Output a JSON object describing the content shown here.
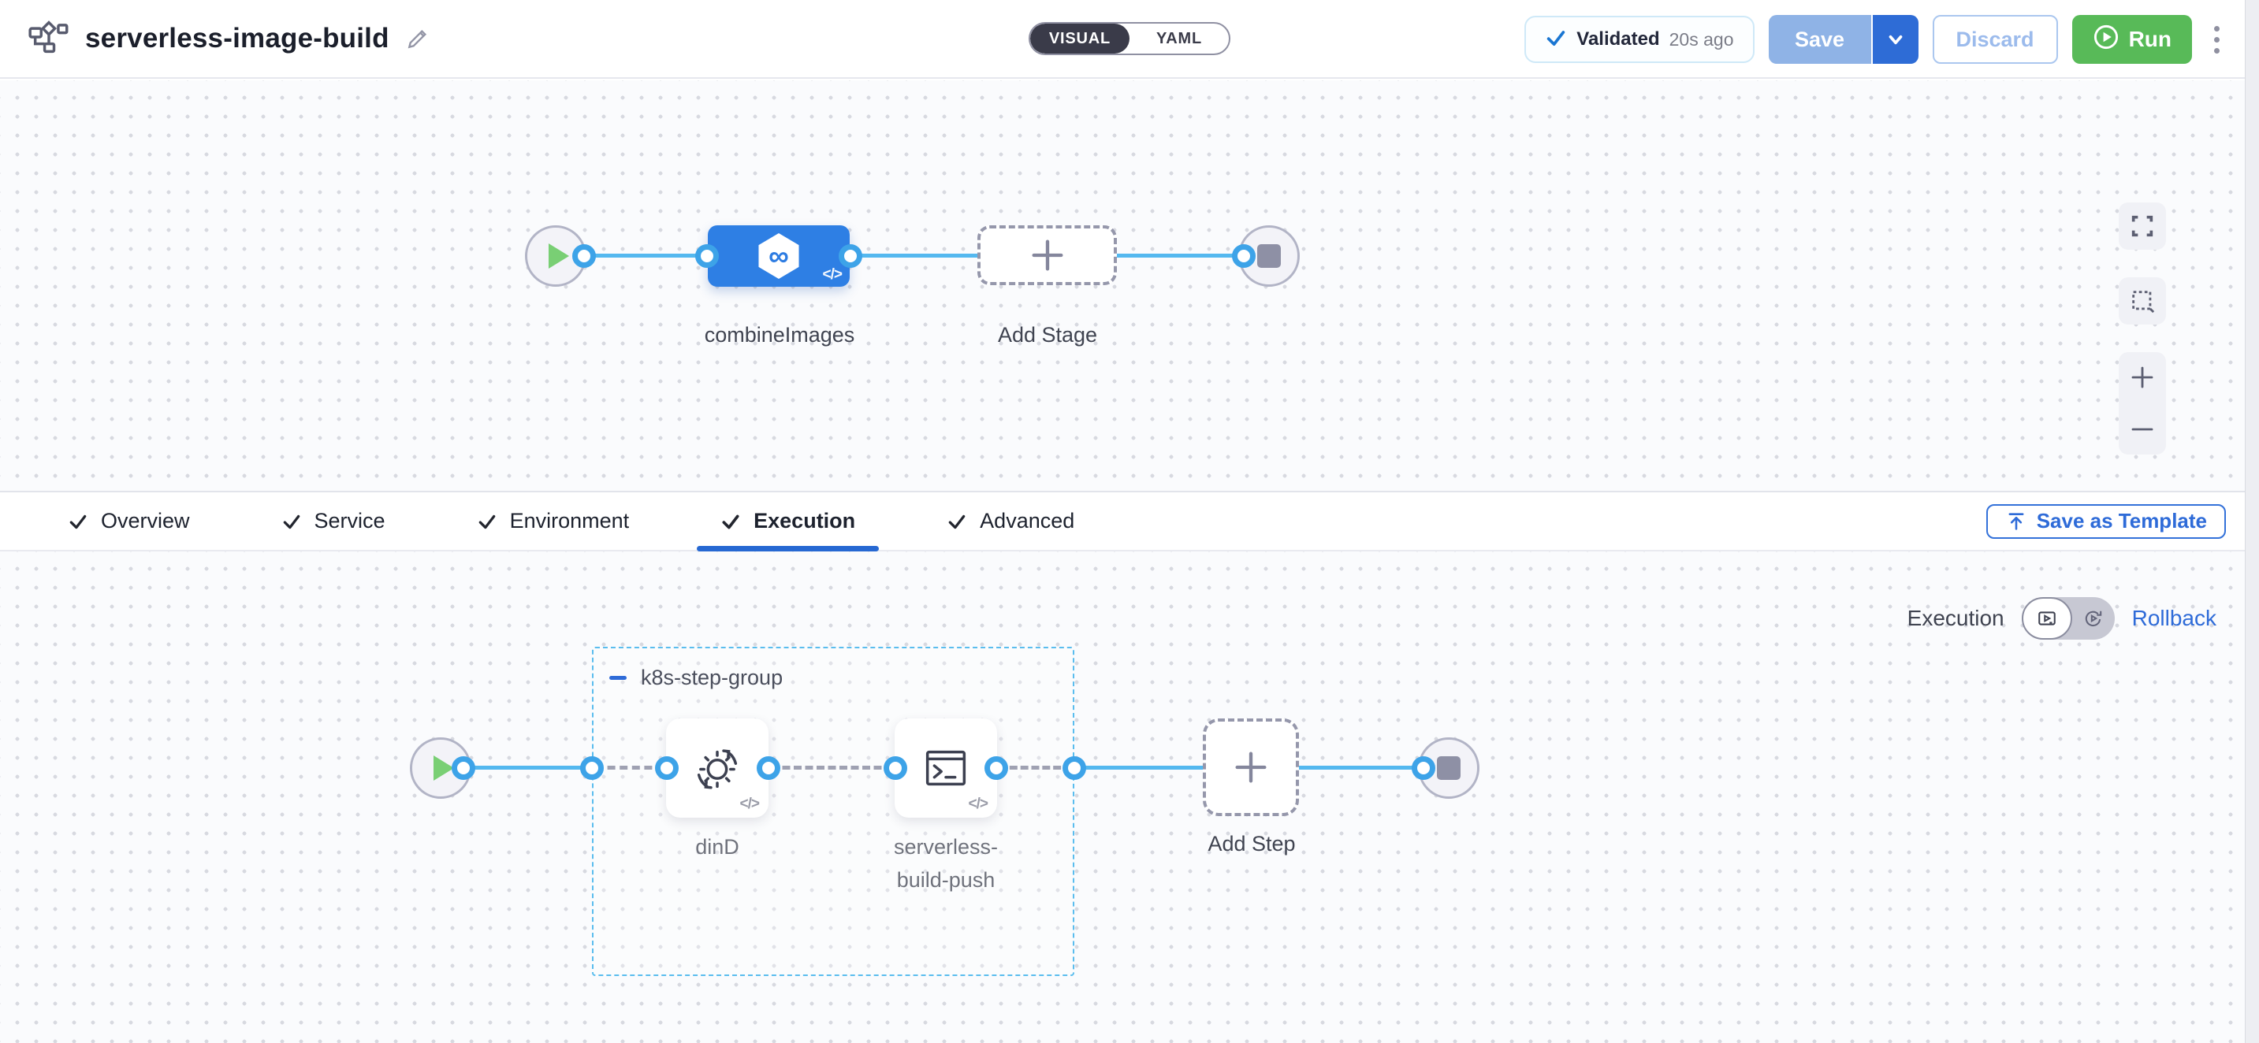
{
  "header": {
    "title": "serverless-image-build",
    "mode_toggle": {
      "visual": "VISUAL",
      "yaml": "YAML"
    },
    "validation": {
      "status": "Validated",
      "time": "20s ago"
    },
    "actions": {
      "save": "Save",
      "discard": "Discard",
      "run": "Run"
    }
  },
  "stage_canvas": {
    "stage_label": "combineImages",
    "add_stage_label": "Add Stage"
  },
  "tabs": {
    "items": [
      {
        "label": "Overview",
        "active": false
      },
      {
        "label": "Service",
        "active": false
      },
      {
        "label": "Environment",
        "active": false
      },
      {
        "label": "Execution",
        "active": true
      },
      {
        "label": "Advanced",
        "active": false
      }
    ],
    "save_as_template": "Save as Template"
  },
  "execution_canvas": {
    "mode_label": "Execution",
    "rollback_label": "Rollback",
    "group_label": "k8s-step-group",
    "steps": {
      "dind": "dinD",
      "serverless_line1": "serverless-",
      "serverless_line2": "build-push"
    },
    "add_step_label": "Add Step"
  },
  "colors": {
    "primary_blue": "#2e6bd8",
    "stage_node_blue": "#2e7fe4",
    "edge_blue": "#54b8ef",
    "run_green": "#58ba58",
    "validated_check_blue": "#1a76d2",
    "group_border_blue": "#5abdee",
    "play_green": "#79cf74"
  }
}
